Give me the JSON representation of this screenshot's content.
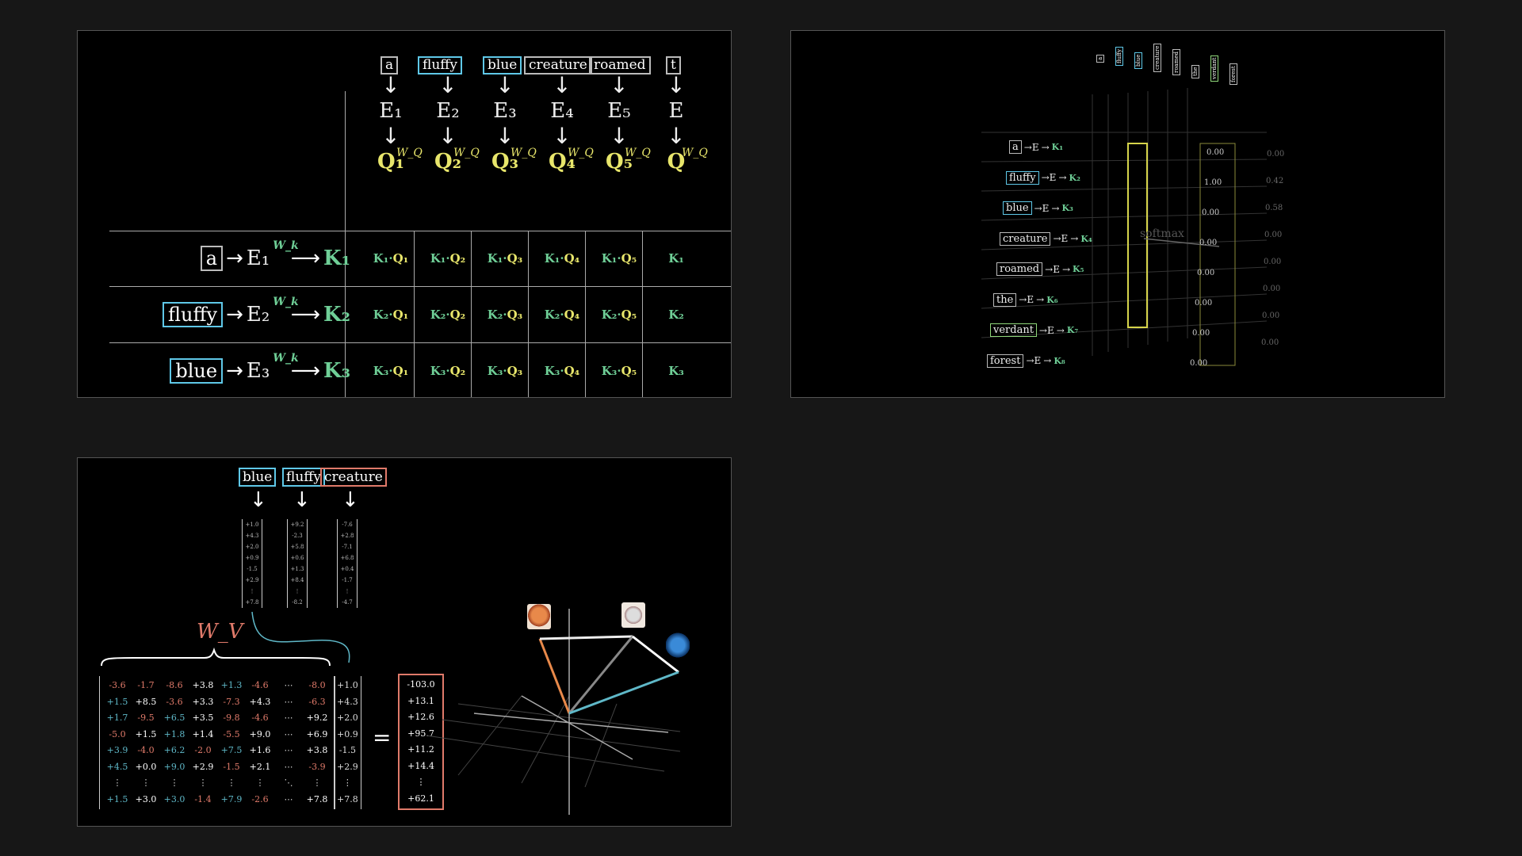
{
  "panel1": {
    "tokens": [
      "a",
      "fluffy",
      "blue",
      "creature",
      "roamed",
      "t"
    ],
    "token_colors": [
      "#bbbbbb",
      "#5fc8e8",
      "#5fc8e8",
      "#bbbbbb",
      "#bbbbbb",
      "#bbbbbb"
    ],
    "embeddings": [
      "E₁",
      "E₂",
      "E₃",
      "E₄",
      "E₅",
      "E"
    ],
    "queries": [
      "Q₁",
      "Q₂",
      "Q₃",
      "Q₄",
      "Q₅",
      "Q"
    ],
    "wq": "W_Q",
    "wk": "W_k",
    "rows": [
      {
        "token": "a",
        "embed": "E₁",
        "key": "K₁",
        "color": "#bbbbbb"
      },
      {
        "token": "fluffy",
        "embed": "E₂",
        "key": "K₂",
        "color": "#5fc8e8"
      },
      {
        "token": "blue",
        "embed": "E₃",
        "key": "K₃",
        "color": "#5fc8e8"
      }
    ],
    "cells": [
      [
        "K₁·Q₁",
        "K₁·Q₂",
        "K₁·Q₃",
        "K₁·Q₄",
        "K₁·Q₅",
        "K₁"
      ],
      [
        "K₂·Q₁",
        "K₂·Q₂",
        "K₂·Q₃",
        "K₂·Q₄",
        "K₂·Q₅",
        "K₂"
      ],
      [
        "K₃·Q₁",
        "K₃·Q₂",
        "K₃·Q₃",
        "K₃·Q₄",
        "K₃·Q₅",
        "K₃"
      ]
    ]
  },
  "panel2": {
    "rows": [
      {
        "token": "a",
        "key": "K₁",
        "color": "#bbbbbb"
      },
      {
        "token": "fluffy",
        "key": "K₂",
        "color": "#5fc8e8"
      },
      {
        "token": "blue",
        "key": "K₃",
        "color": "#5fc8e8"
      },
      {
        "token": "creature",
        "key": "K₄",
        "color": "#bbbbbb"
      },
      {
        "token": "roamed",
        "key": "K₅",
        "color": "#bbbbbb"
      },
      {
        "token": "the",
        "key": "K₆",
        "color": "#bbbbbb"
      },
      {
        "token": "verdant",
        "key": "K₇",
        "color": "#8fd77a"
      },
      {
        "token": "forest",
        "key": "K₈",
        "color": "#bbbbbb"
      }
    ],
    "softmax_values": [
      "0.00",
      "1.00",
      "0.00",
      "0.00",
      "0.00",
      "0.00",
      "0.00",
      "0.00"
    ],
    "side_values": [
      "0.00",
      "0.42",
      "0.58",
      "0.00",
      "0.00",
      "0.00",
      "0.00",
      "0.00"
    ],
    "softmax_label": "softmax"
  },
  "panel3": {
    "tokens": [
      "blue",
      "fluffy",
      "creature"
    ],
    "token_colors": [
      "#5fc8e8",
      "#5fc8e8",
      "#e07a6a"
    ],
    "vec_blue": [
      "+1.0",
      "+4.3",
      "+2.0",
      "+0.9",
      "-1.5",
      "+2.9",
      "⋮",
      "+7.8"
    ],
    "vec_fluffy": [
      "+9.2",
      "-2.3",
      "+5.8",
      "+0.6",
      "+1.3",
      "+8.4",
      "⋮",
      "-8.2"
    ],
    "vec_creature": [
      "-7.6",
      "+2.8",
      "-7.1",
      "+6.8",
      "+0.4",
      "-1.7",
      "⋮",
      "-4.7"
    ],
    "wv_label": "W_V",
    "matrix": [
      [
        "-3.6",
        "-1.7",
        "-8.6",
        "+3.8",
        "+1.3",
        "-4.6",
        "⋯",
        "-8.0"
      ],
      [
        "+1.5",
        "+8.5",
        "-3.6",
        "+3.3",
        "-7.3",
        "+4.3",
        "⋯",
        "-6.3"
      ],
      [
        "+1.7",
        "-9.5",
        "+6.5",
        "+3.5",
        "-9.8",
        "-4.6",
        "⋯",
        "+9.2"
      ],
      [
        "-5.0",
        "+1.5",
        "+1.8",
        "+1.4",
        "-5.5",
        "+9.0",
        "⋯",
        "+6.9"
      ],
      [
        "+3.9",
        "-4.0",
        "+6.2",
        "-2.0",
        "+7.5",
        "+1.6",
        "⋯",
        "+3.8"
      ],
      [
        "+4.5",
        "+0.0",
        "+9.0",
        "+2.9",
        "-1.5",
        "+2.1",
        "⋯",
        "-3.9"
      ],
      [
        "⋮",
        "⋮",
        "⋮",
        "⋮",
        "⋮",
        "⋮",
        "⋱",
        "⋮"
      ],
      [
        "+1.5",
        "+3.0",
        "+3.0",
        "-1.4",
        "+7.9",
        "-2.6",
        "⋯",
        "+7.8"
      ]
    ],
    "input_vec": [
      "+1.0",
      "+4.3",
      "+2.0",
      "+0.9",
      "-1.5",
      "+2.9",
      "⋮",
      "+7.8"
    ],
    "equals": "=",
    "result": [
      "-103.0",
      "+13.1",
      "+12.6",
      "+95.7",
      "+11.2",
      "+14.4",
      "⋮",
      "+62.1"
    ],
    "colors": {
      "red": "#e07a6a",
      "teal": "#5fb8c8",
      "white": "#ffffff",
      "orange": "#e8894a"
    }
  }
}
